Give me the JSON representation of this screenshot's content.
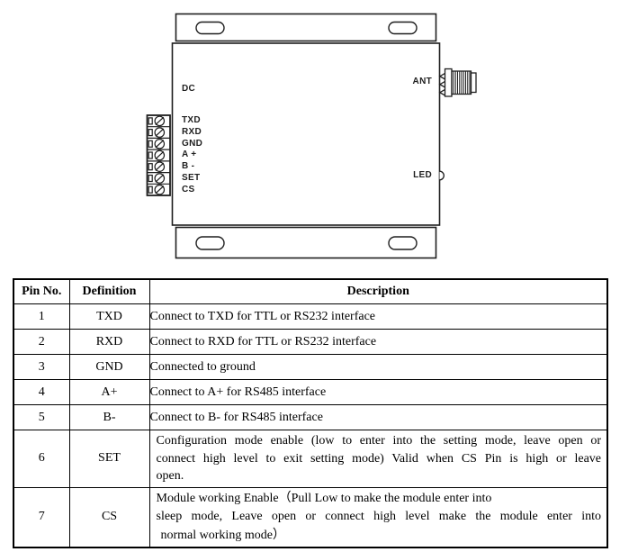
{
  "diagram": {
    "stroke_color": "#1f1f1f",
    "device_labels": {
      "dc": "DC",
      "ant": "ANT",
      "led": "LED"
    },
    "pin_labels": [
      "TXD",
      "RXD",
      "GND",
      "A +",
      "B -",
      "SET",
      "CS"
    ],
    "icons": {
      "terminal_block": "7-position-screw-terminal",
      "antenna": "sma-antenna-connector",
      "led": "led-indicator",
      "mounting_slot": "mounting-slot"
    }
  },
  "table": {
    "headers": {
      "pin": "Pin No.",
      "definition": "Definition",
      "description": "Description"
    },
    "rows": [
      {
        "pin": "1",
        "definition": "TXD",
        "description": "Connect to TXD for TTL or RS232 interface"
      },
      {
        "pin": "2",
        "definition": "RXD",
        "description": "Connect to RXD for TTL or RS232 interface"
      },
      {
        "pin": "3",
        "definition": "GND",
        "description": "Connected to ground"
      },
      {
        "pin": "4",
        "definition": "A+",
        "description": "Connect to A+ for RS485 interface"
      },
      {
        "pin": "5",
        "definition": "B-",
        "description": "Connect to B- for RS485 interface"
      },
      {
        "pin": "6",
        "definition": "SET",
        "description_lines": [
          "Configuration mode enable (low to enter into the setting mode, leave open or",
          "connect high level to exit setting mode) Valid when CS Pin is high or leave",
          "open."
        ]
      },
      {
        "pin": "7",
        "definition": "CS",
        "description_lines": [
          "Module working Enable（Pull Low to make the module enter into",
          "sleep mode, Leave open or connect high level make the module enter into",
          "normal working mode）"
        ]
      }
    ]
  }
}
